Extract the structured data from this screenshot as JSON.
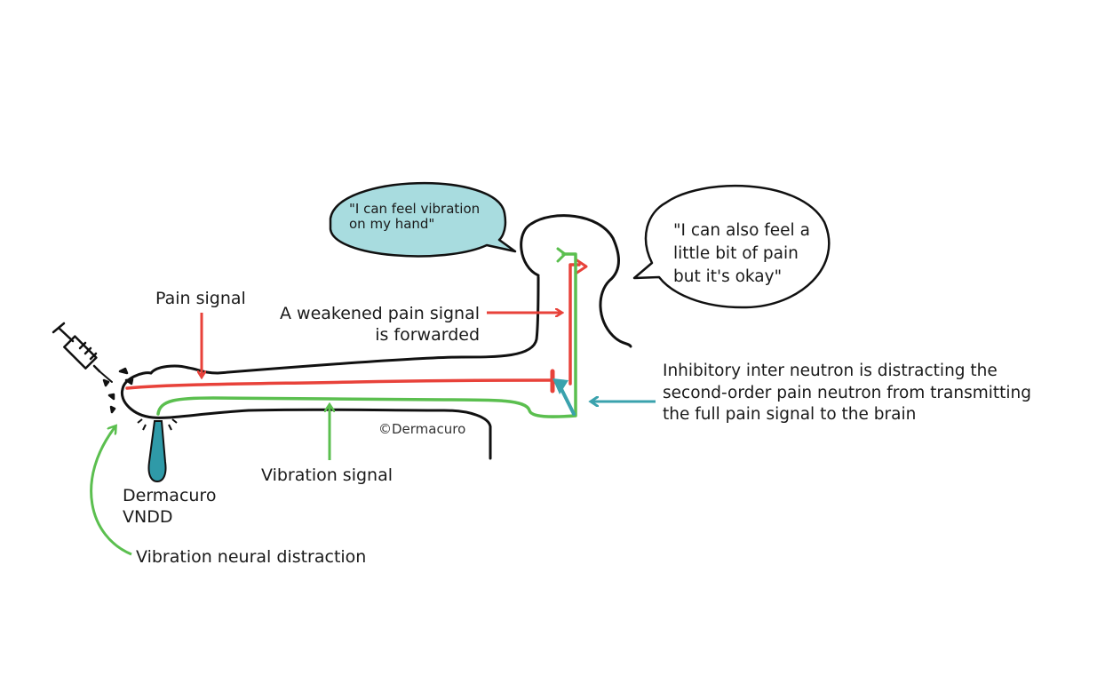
{
  "colors": {
    "pain": "#e8423a",
    "vibration": "#5bbf4f",
    "inhibitory": "#3aa2ad",
    "bubble_fill": "#a8dcdf",
    "outline": "#111111"
  },
  "bubbles": {
    "left": {
      "line1": "\"I can feel vibration",
      "line2": "on my hand\""
    },
    "right": {
      "line1": "\"I can also feel a",
      "line2": "little bit of pain",
      "line3": "but it's okay\""
    }
  },
  "labels": {
    "pain_signal": "Pain signal",
    "weakened_line1": "A weakened pain signal",
    "weakened_line2": "is forwarded",
    "inhibitory_line1": "Inhibitory inter neutron is distracting the",
    "inhibitory_line2": "second-order pain neutron from transmitting",
    "inhibitory_line3": "the full pain signal to the brain",
    "vibration_signal": "Vibration signal",
    "device_line1": "Dermacuro",
    "device_line2": "VNDD",
    "vibration_distraction": "Vibration neural distraction",
    "copyright": "©Dermacuro"
  },
  "icons": {
    "syringe": "syringe-icon",
    "device": "vibration-device-icon"
  }
}
